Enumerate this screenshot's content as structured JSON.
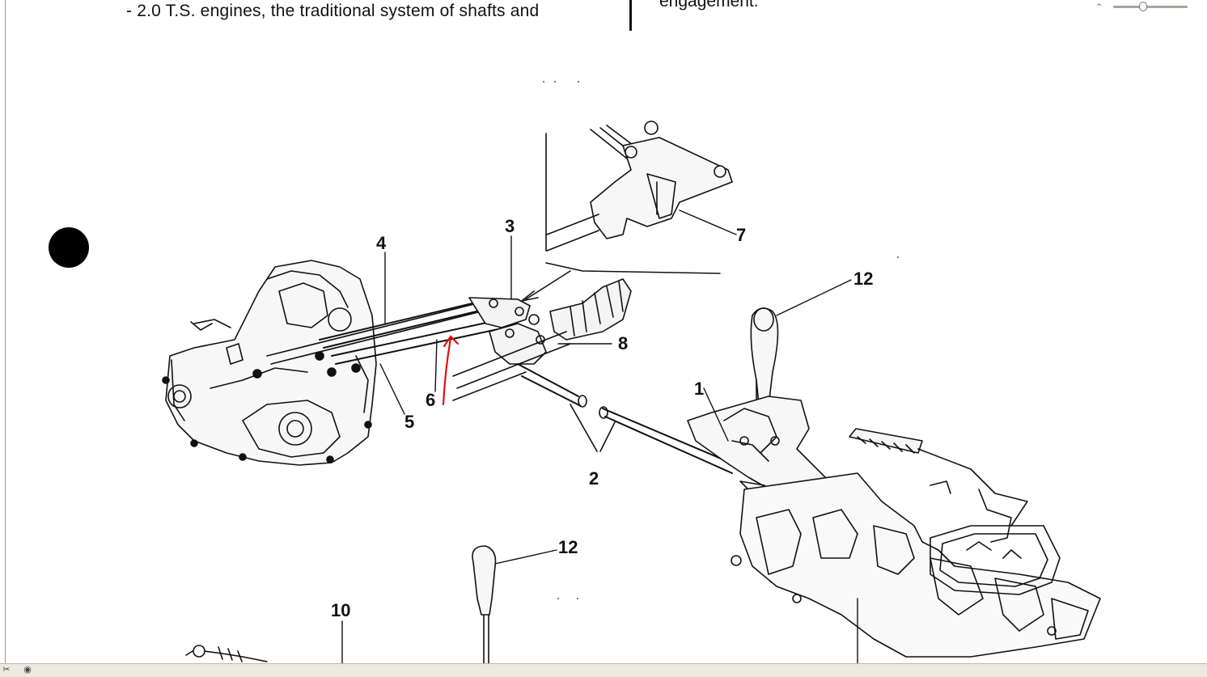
{
  "document": {
    "left_column_text": "- 2.0 T.S. engines, the traditional system of  shafts and",
    "right_column_text": "engagement."
  },
  "diagram": {
    "callouts": [
      {
        "id": "1",
        "text": "1"
      },
      {
        "id": "2",
        "text": "2"
      },
      {
        "id": "3",
        "text": "3"
      },
      {
        "id": "4",
        "text": "4"
      },
      {
        "id": "5",
        "text": "5"
      },
      {
        "id": "6",
        "text": "6"
      },
      {
        "id": "7",
        "text": "7"
      },
      {
        "id": "8",
        "text": "8"
      },
      {
        "id": "10",
        "text": "10"
      },
      {
        "id": "12a",
        "text": "12"
      },
      {
        "id": "12b",
        "text": "12"
      }
    ],
    "annotation_color": "#e01010"
  },
  "statusbar": {
    "icons": [
      "scissors-icon",
      "camera-icon"
    ],
    "zoom_marker": "^"
  }
}
